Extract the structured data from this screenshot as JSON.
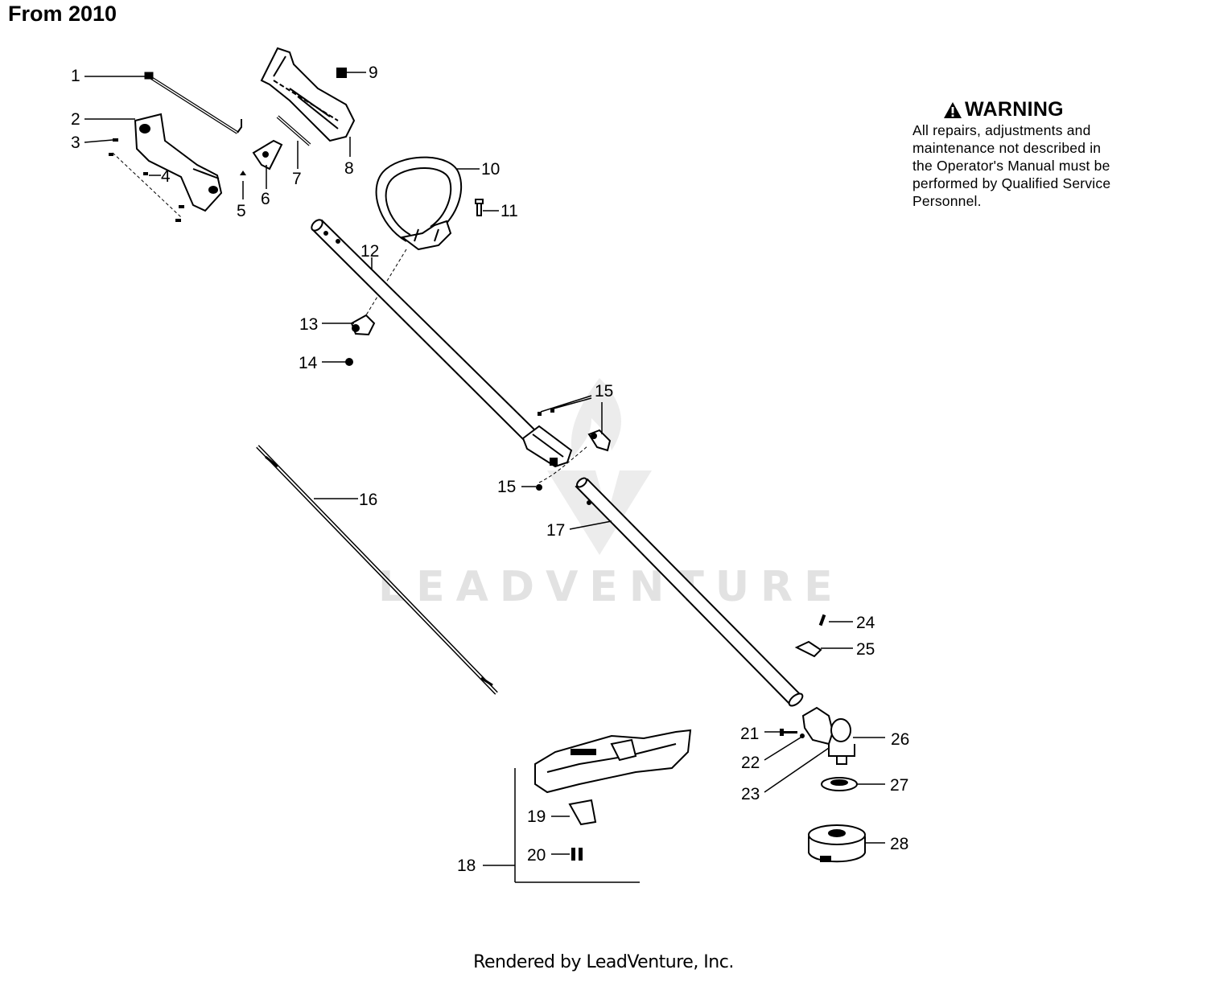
{
  "header": {
    "title": "From 2010"
  },
  "warning": {
    "title": "WARNING",
    "text": "All repairs, adjustments and\nmaintenance not described in\nthe Operator's Manual must be\nperformed by Qualified Service\nPersonnel.",
    "icon": "warning-triangle-icon"
  },
  "watermark": {
    "text": "LEADVENTURE"
  },
  "footer": {
    "text": "Rendered by LeadVenture, Inc."
  },
  "callouts": {
    "c1": "1",
    "c2": "2",
    "c3": "3",
    "c4": "4",
    "c5": "5",
    "c6": "6",
    "c7": "7",
    "c8": "8",
    "c9": "9",
    "c10": "10",
    "c11": "11",
    "c12": "12",
    "c13": "13",
    "c14": "14",
    "c15a": "15",
    "c15b": "15",
    "c16": "16",
    "c17": "17",
    "c18": "18",
    "c19": "19",
    "c20": "20",
    "c21": "21",
    "c22": "22",
    "c23": "23",
    "c24": "24",
    "c25": "25",
    "c26": "26",
    "c27": "27",
    "c28": "28"
  },
  "colors": {
    "line": "#000000",
    "watermark": "#e2e2e2"
  }
}
